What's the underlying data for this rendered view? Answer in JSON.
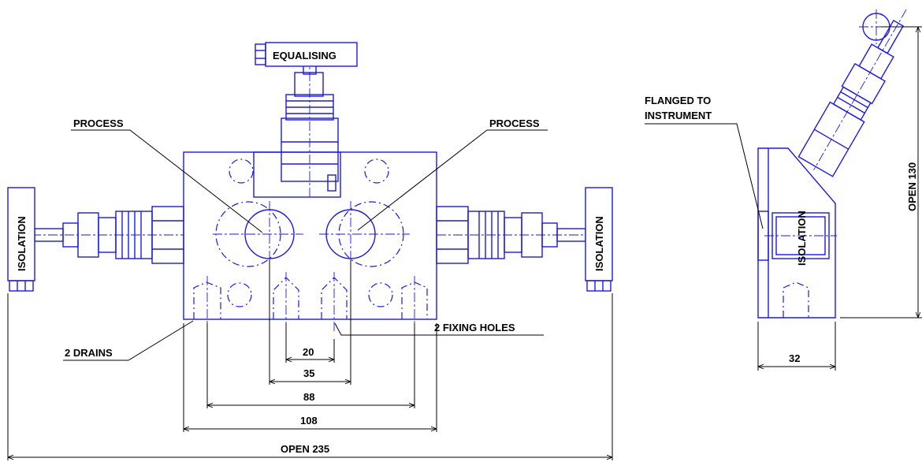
{
  "labels": {
    "equalising": "EQUALISING",
    "process_left": "PROCESS",
    "process_right": "PROCESS",
    "isolation_left": "ISOLATION",
    "isolation_right": "ISOLATION",
    "isolation_side": "ISOLATION",
    "drains": "2 DRAINS",
    "fixing_holes": "2 FIXING HOLES",
    "flanged_line1": "FLANGED TO",
    "flanged_line2": "INSTRUMENT"
  },
  "dimensions": {
    "d20": "20",
    "d35": "35",
    "d88": "88",
    "d108": "108",
    "open235": "OPEN 235",
    "d32": "32",
    "open130": "OPEN 130"
  },
  "colors": {
    "outline": "#1a1ae0",
    "text": "#000000"
  }
}
